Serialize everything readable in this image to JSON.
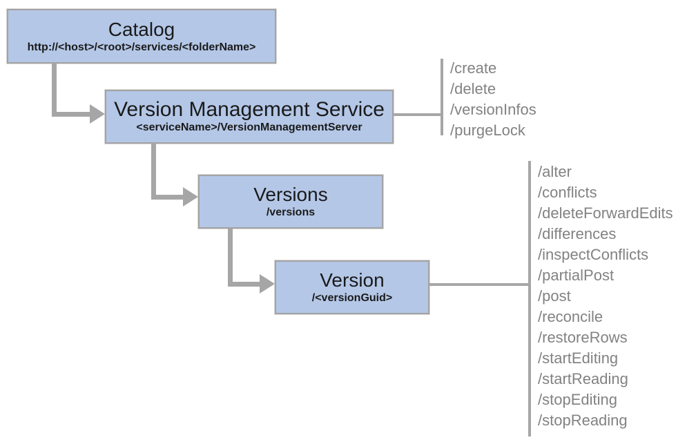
{
  "diagram": {
    "nodes": [
      {
        "id": "catalog",
        "title": "Catalog",
        "subtitle": "http://<host>/<root>/services/<folderName>"
      },
      {
        "id": "vms",
        "title": "Version Management Service",
        "subtitle": "<serviceName>/VersionManagementServer"
      },
      {
        "id": "versions",
        "title": "Versions",
        "subtitle": "/versions"
      },
      {
        "id": "version",
        "title": "Version",
        "subtitle": "/<versionGuid>"
      }
    ],
    "vms_operations": [
      "/create",
      "/delete",
      "/versionInfos",
      "/purgeLock"
    ],
    "version_operations": [
      "/alter",
      "/conflicts",
      "/deleteForwardEdits",
      "/differences",
      "/inspectConflicts",
      "/partialPost",
      "/post",
      "/reconcile",
      "/restoreRows",
      "/startEditing",
      "/startReading",
      "/stopEditing",
      "/stopReading"
    ],
    "colors": {
      "box_fill": "#b4c7e7",
      "box_border": "#a3a3a3",
      "connector": "#a6a6a6",
      "operations_text": "#828282",
      "title_text": "#1a1a1a",
      "background": "#ffffff"
    }
  }
}
